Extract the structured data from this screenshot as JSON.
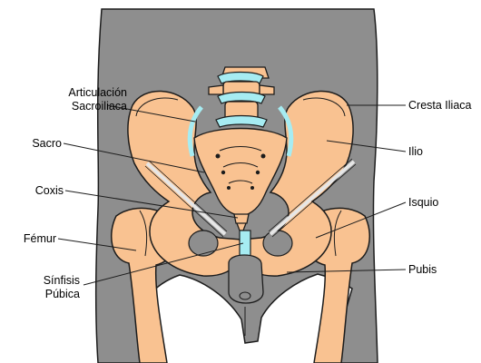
{
  "labels": {
    "articulacion_line1": "Articulación",
    "articulacion_line2": "Sacroiliaca",
    "sacro": "Sacro",
    "coxis": "Coxis",
    "femur": "Fémur",
    "sinfisis_line1": "Sínfisis",
    "sinfisis_line2": "Púbica",
    "cresta_iliaca": "Cresta Iliaca",
    "ilio": "Ilio",
    "isquio": "Isquio",
    "pubis": "Pubis"
  },
  "colors": {
    "background": "#ffffff",
    "body": "#8e8e8e",
    "bone": "#f9c291",
    "bone_shade": "#e8a872",
    "cartilage": "#a6ecf2",
    "outline": "#1c1c1c",
    "ligament": "#e6e6e6"
  }
}
